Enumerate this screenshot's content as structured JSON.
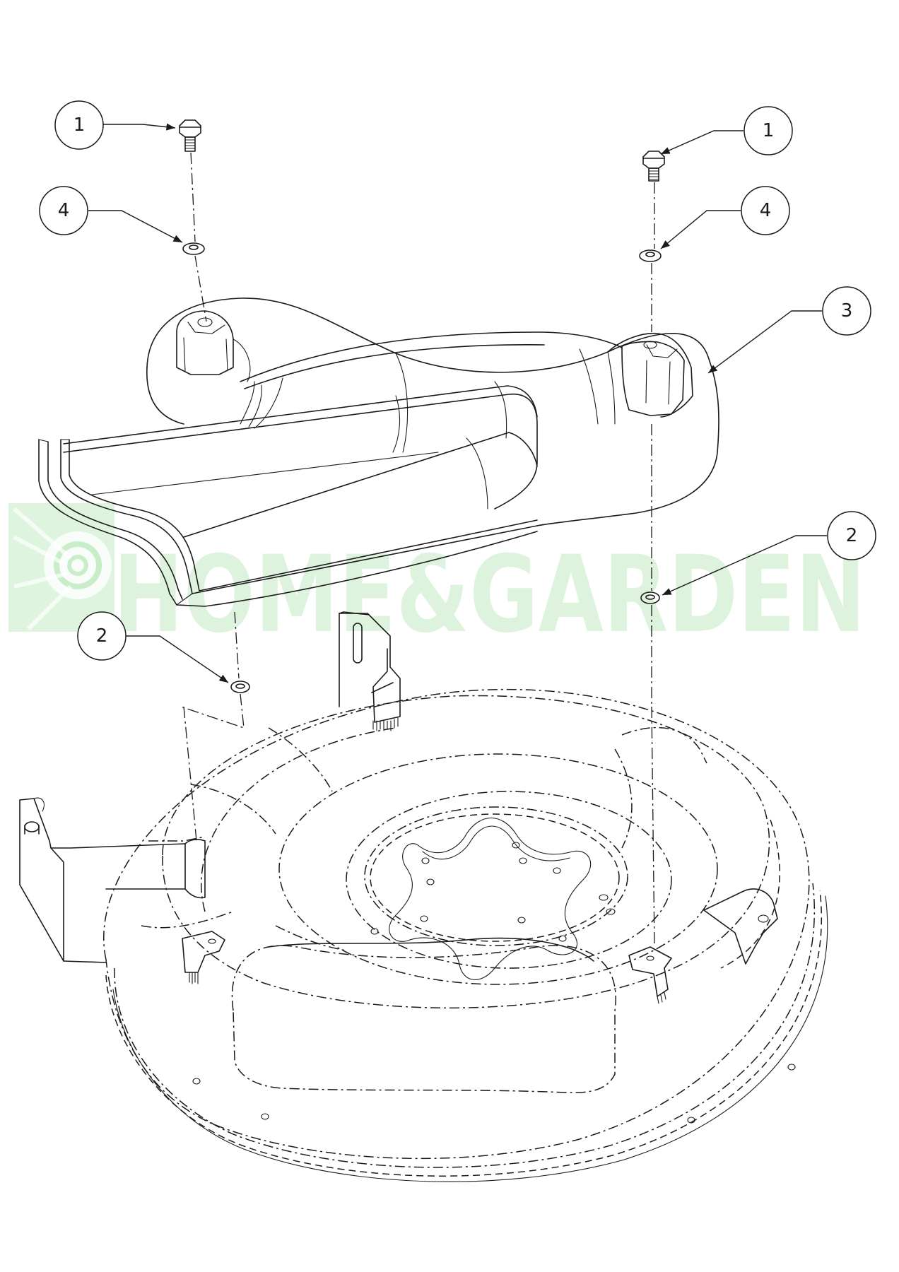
{
  "watermark": {
    "text": "HOME&GARDEN",
    "color": "#c9ecc9"
  },
  "callouts": [
    {
      "id": "c1a",
      "label": "1",
      "part": "bolt"
    },
    {
      "id": "c1b",
      "label": "1",
      "part": "bolt"
    },
    {
      "id": "c4a",
      "label": "4",
      "part": "washer"
    },
    {
      "id": "c4b",
      "label": "4",
      "part": "washer"
    },
    {
      "id": "c3",
      "label": "3",
      "part": "discharge-chute"
    },
    {
      "id": "c2a",
      "label": "2",
      "part": "nut"
    },
    {
      "id": "c2b",
      "label": "2",
      "part": "nut"
    }
  ]
}
